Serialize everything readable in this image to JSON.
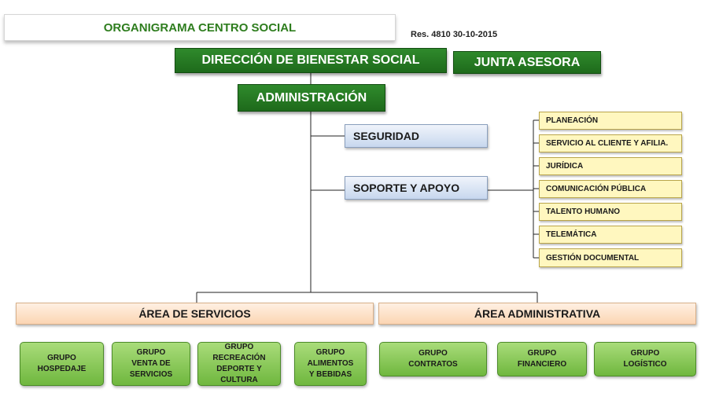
{
  "header": {
    "title": "ORGANIGRAMA CENTRO SOCIAL",
    "resolution": "Res. 4810 30-10-2015"
  },
  "top": {
    "direccion": "DIRECCIÓN DE BIENESTAR SOCIAL",
    "junta": "JUNTA  ASESORA",
    "administracion": "ADMINISTRACIÓN"
  },
  "units": {
    "seguridad": "SEGURIDAD",
    "soporte": "SOPORTE Y APOYO"
  },
  "support_items": [
    "PLANEACIÓN",
    "SERVICIO  AL CLIENTE  Y AFILIA.",
    "JURÍDICA",
    "COMUNICACIÓN  PÚBLICA",
    "TALENTO HUMANO",
    "TELEMÁTICA",
    "GESTIÓN  DOCUMENTAL"
  ],
  "areas": {
    "servicios": {
      "label": "ÁREA DE SERVICIOS",
      "groups": [
        "GRUPO\nHOSPEDAJE",
        "GRUPO\nVENTA DE\nSERVICIOS",
        "GRUPO\nRECREACIÓN\nDEPORTE Y\nCULTURA",
        "GRUPO\nALIMENTOS\nY BEBIDAS"
      ]
    },
    "administrativa": {
      "label": "ÁREA ADMINISTRATIVA",
      "groups": [
        "GRUPO\nCONTRATOS",
        "GRUPO\nFINANCIERO",
        "GRUPO\nLOGÍSTICO"
      ]
    }
  },
  "colors": {
    "dark_green": "#1e6a1b",
    "title_green": "#2e7d1e",
    "light_green": "#8fcb5d",
    "blue": "#c7d7ee",
    "yellow": "#fff7bf",
    "peach": "#fbd5b3"
  }
}
